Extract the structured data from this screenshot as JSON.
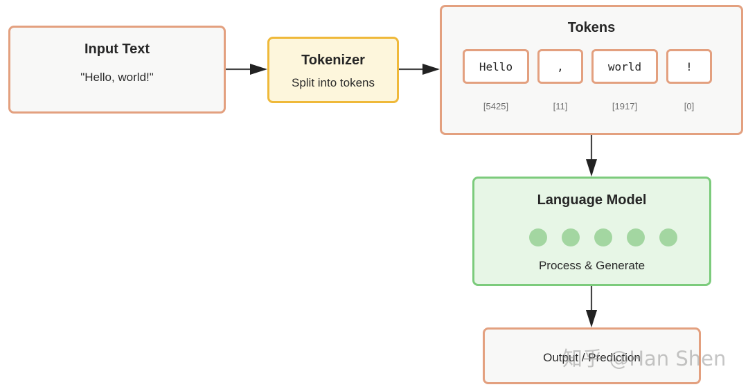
{
  "input": {
    "title": "Input Text",
    "text": "\"Hello, world!\""
  },
  "tokenizer": {
    "title": "Tokenizer",
    "subtitle": "Split into tokens"
  },
  "tokens": {
    "title": "Tokens",
    "items": [
      {
        "text": "Hello",
        "id": "[5425]"
      },
      {
        "text": ",",
        "id": "[11]"
      },
      {
        "text": "world",
        "id": "[1917]"
      },
      {
        "text": "!",
        "id": "[0]"
      }
    ]
  },
  "model": {
    "title": "Language Model",
    "subtitle": "Process & Generate",
    "dot_count": 5
  },
  "output": {
    "label": "Output / Prediction"
  },
  "watermark": "知乎 @Han Shen",
  "colors": {
    "box_border": "#e3a07f",
    "tokenizer_border": "#efb93a",
    "tokenizer_fill": "#fdf6dc",
    "model_border": "#7ccb7c",
    "model_fill": "#e7f6e6",
    "dot_fill": "#a3d6a1",
    "arrow": "#222222"
  }
}
